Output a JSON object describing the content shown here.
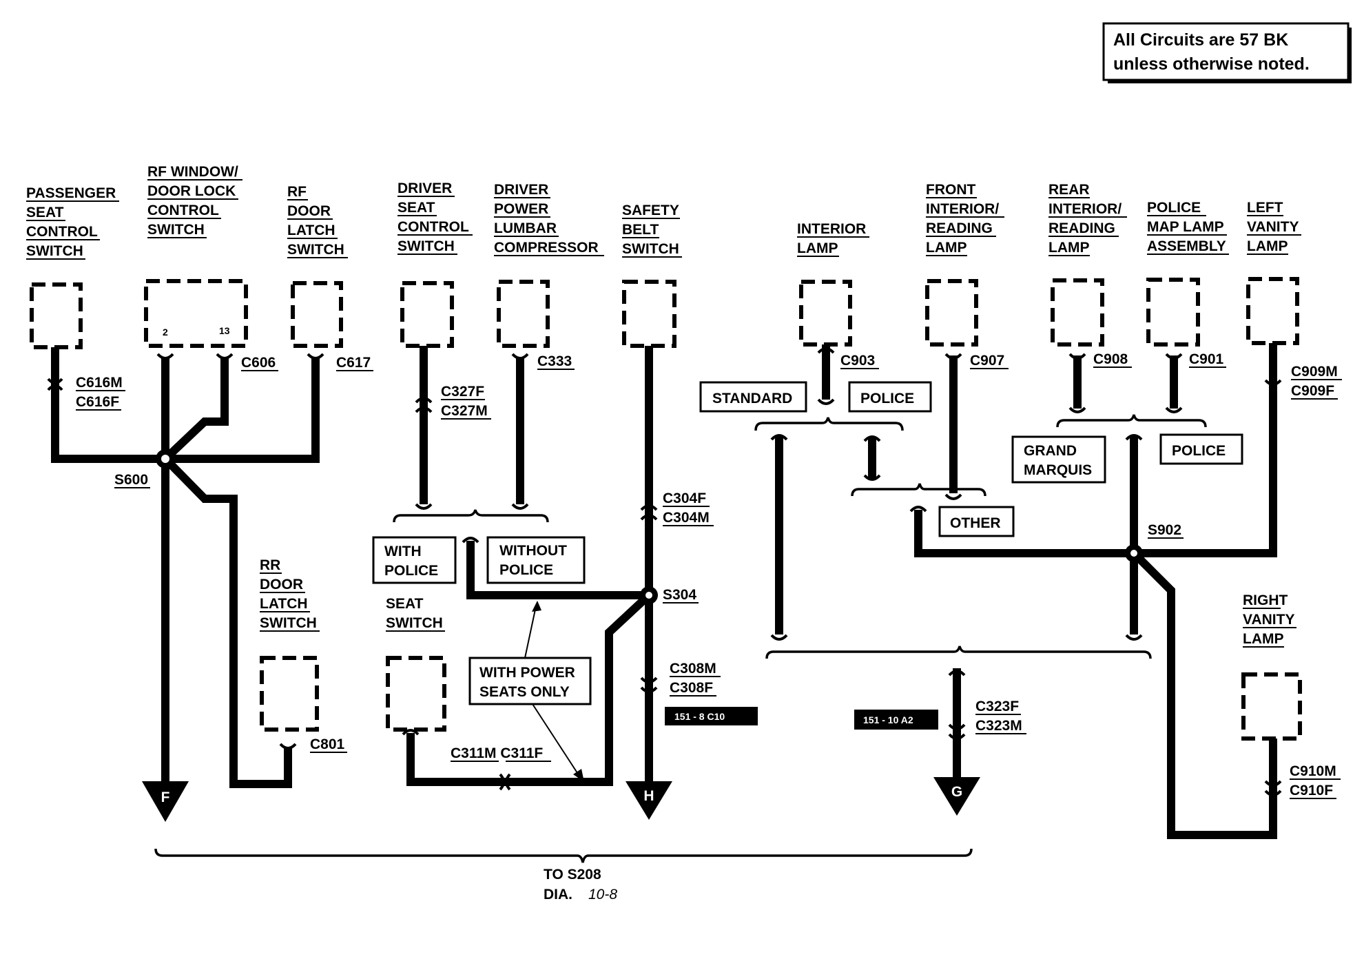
{
  "note": {
    "line1": "All Circuits are 57 BK",
    "line2": "unless otherwise noted."
  },
  "components": {
    "passenger_seat": [
      "PASSENGER",
      "SEAT",
      "CONTROL",
      "SWITCH"
    ],
    "rf_window": [
      "RF WINDOW/",
      "DOOR LOCK",
      "CONTROL",
      "SWITCH"
    ],
    "rf_door_latch": [
      "RF",
      "DOOR",
      "LATCH",
      "SWITCH"
    ],
    "driver_seat": [
      "DRIVER",
      "SEAT",
      "CONTROL",
      "SWITCH"
    ],
    "driver_lumbar": [
      "DRIVER",
      "POWER",
      "LUMBAR",
      "COMPRESSOR"
    ],
    "safety_belt": [
      "SAFETY",
      "BELT",
      "SWITCH"
    ],
    "interior_lamp": [
      "INTERIOR",
      "LAMP"
    ],
    "front_interior": [
      "FRONT",
      "INTERIOR/",
      "READING",
      "LAMP"
    ],
    "rear_interior": [
      "REAR",
      "INTERIOR/",
      "READING",
      "LAMP"
    ],
    "police_map": [
      "POLICE",
      "MAP LAMP",
      "ASSEMBLY"
    ],
    "left_vanity": [
      "LEFT",
      "VANITY",
      "LAMP"
    ],
    "rr_door_latch": [
      "RR",
      "DOOR",
      "LATCH",
      "SWITCH"
    ],
    "seat_switch": [
      "SEAT",
      "SWITCH"
    ],
    "right_vanity": [
      "RIGHT",
      "VANITY",
      "LAMP"
    ]
  },
  "pins": {
    "pin_a": "2",
    "pin_b": "13"
  },
  "connectors": {
    "c616": [
      "C616M",
      "C616F"
    ],
    "c606": "C606",
    "c617": "C617",
    "c327": [
      "C327F",
      "C327M"
    ],
    "c333": "C333",
    "c304": [
      "C304F",
      "C304M"
    ],
    "c308": [
      "C308M",
      "C308F"
    ],
    "c903": "C903",
    "c907": "C907",
    "c908": "C908",
    "c901": "C901",
    "c909": [
      "C909M",
      "C909F"
    ],
    "c801": "C801",
    "c311": "C311M C311F",
    "c323": [
      "C323F",
      "C323M"
    ],
    "c910": [
      "C910M",
      "C910F"
    ]
  },
  "splices": {
    "s600": "S600",
    "s304": "S304",
    "s902": "S902"
  },
  "options": {
    "standard": "STANDARD",
    "police_interior": "POLICE",
    "with_police": [
      "WITH",
      "POLICE"
    ],
    "without_police": [
      "WITHOUT",
      "POLICE"
    ],
    "with_power_seats": [
      "WITH POWER",
      "SEATS ONLY"
    ],
    "grand_marquis": [
      "GRAND",
      "MARQUIS"
    ],
    "police_rear": "POLICE",
    "other": "OTHER"
  },
  "references": {
    "ref_c10": "151 - 8 C10",
    "ref_a2": "151 - 10 A2"
  },
  "grounds": {
    "f": "F",
    "h": "H",
    "g": "G"
  },
  "footer": {
    "to": "TO S208",
    "dia": "DIA.",
    "dia_num": "10-8"
  }
}
